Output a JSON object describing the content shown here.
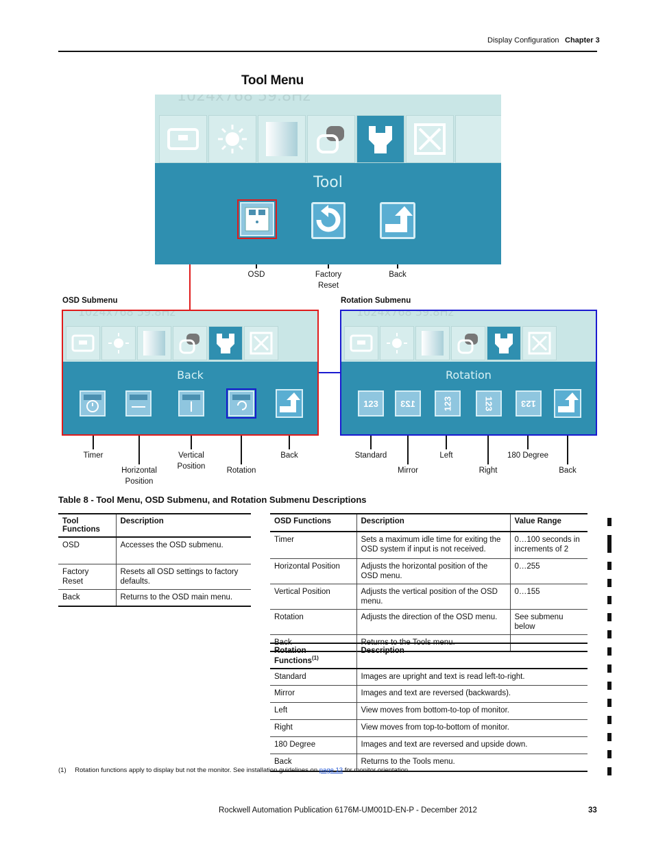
{
  "header": {
    "section": "Display Configuration",
    "chapter": "Chapter 3"
  },
  "title": "Tool Menu",
  "main_osd": {
    "resolution_text": "1024x768  59.8Hz",
    "panel_title": "Tool",
    "labels": {
      "osd": "OSD",
      "factory_reset": "Factory\nReset",
      "back": "Back"
    }
  },
  "osd_submenu": {
    "heading": "OSD Submenu",
    "resolution_text": "1024x768  59.8Hz",
    "panel_title": "Back",
    "labels": {
      "timer": "Timer",
      "horizontal": "Horizontal\nPosition",
      "vertical": "Vertical\nPosition",
      "rotation": "Rotation",
      "back": "Back"
    }
  },
  "rotation_submenu": {
    "heading": "Rotation Submenu",
    "resolution_text": "1024x768  59.8Hz",
    "panel_title": "Rotation",
    "labels": {
      "standard": "Standard",
      "mirror": "Mirror",
      "left": "Left",
      "right": "Right",
      "degree180": "180 Degree",
      "back": "Back"
    }
  },
  "table_caption": "Table 8 - Tool Menu, OSD Submenu, and Rotation Submenu Descriptions",
  "tool_table": {
    "headers": [
      "Tool Functions",
      "Description"
    ],
    "rows": [
      [
        "OSD",
        "Accesses the OSD submenu."
      ],
      [
        "Factory Reset",
        "Resets all OSD settings to factory defaults."
      ],
      [
        "Back",
        "Returns to the OSD main menu."
      ]
    ]
  },
  "osd_table": {
    "headers": [
      "OSD Functions",
      "Description",
      "Value Range"
    ],
    "rows": [
      [
        "Timer",
        "Sets a maximum idle time for exiting the OSD system if input is not received.",
        "0…100 seconds in increments of 2"
      ],
      [
        "Horizontal Position",
        "Adjusts the horizontal position of the OSD menu.",
        "0…255"
      ],
      [
        "Vertical Position",
        "Adjusts the vertical position of the OSD menu.",
        "0…155"
      ],
      [
        "Rotation",
        "Adjusts the direction of the OSD menu.",
        "See submenu below"
      ],
      [
        "Back",
        "Returns to the Tools menu.",
        ""
      ]
    ]
  },
  "rotation_table": {
    "headers": [
      "Rotation Functions",
      "Description"
    ],
    "header_note": "(1)",
    "rows": [
      [
        "Standard",
        "Images are upright and text is read left-to-right."
      ],
      [
        "Mirror",
        "Images and text are reversed (backwards)."
      ],
      [
        "Left",
        "View moves from bottom-to-top of monitor."
      ],
      [
        "Right",
        "View moves from top-to-bottom of monitor."
      ],
      [
        "180 Degree",
        "Images and text are reversed and upside down."
      ],
      [
        "Back",
        "Returns to the Tools menu."
      ]
    ]
  },
  "footnote": {
    "marker": "(1)",
    "text_before": "Rotation functions apply to display but not the monitor. See installation guidelines on ",
    "link_text": "page 13",
    "text_after": " for monitor orientation."
  },
  "footer": {
    "publication": "Rockwell Automation Publication 6176M-UM001D-EN-P - December 2012",
    "page_number": "33"
  },
  "colors": {
    "screen_bg": "#c9e6e6",
    "panel": "#2f8fb0",
    "osd_highlight": "#e01b1b",
    "rotation_highlight": "#1a1ad0"
  }
}
